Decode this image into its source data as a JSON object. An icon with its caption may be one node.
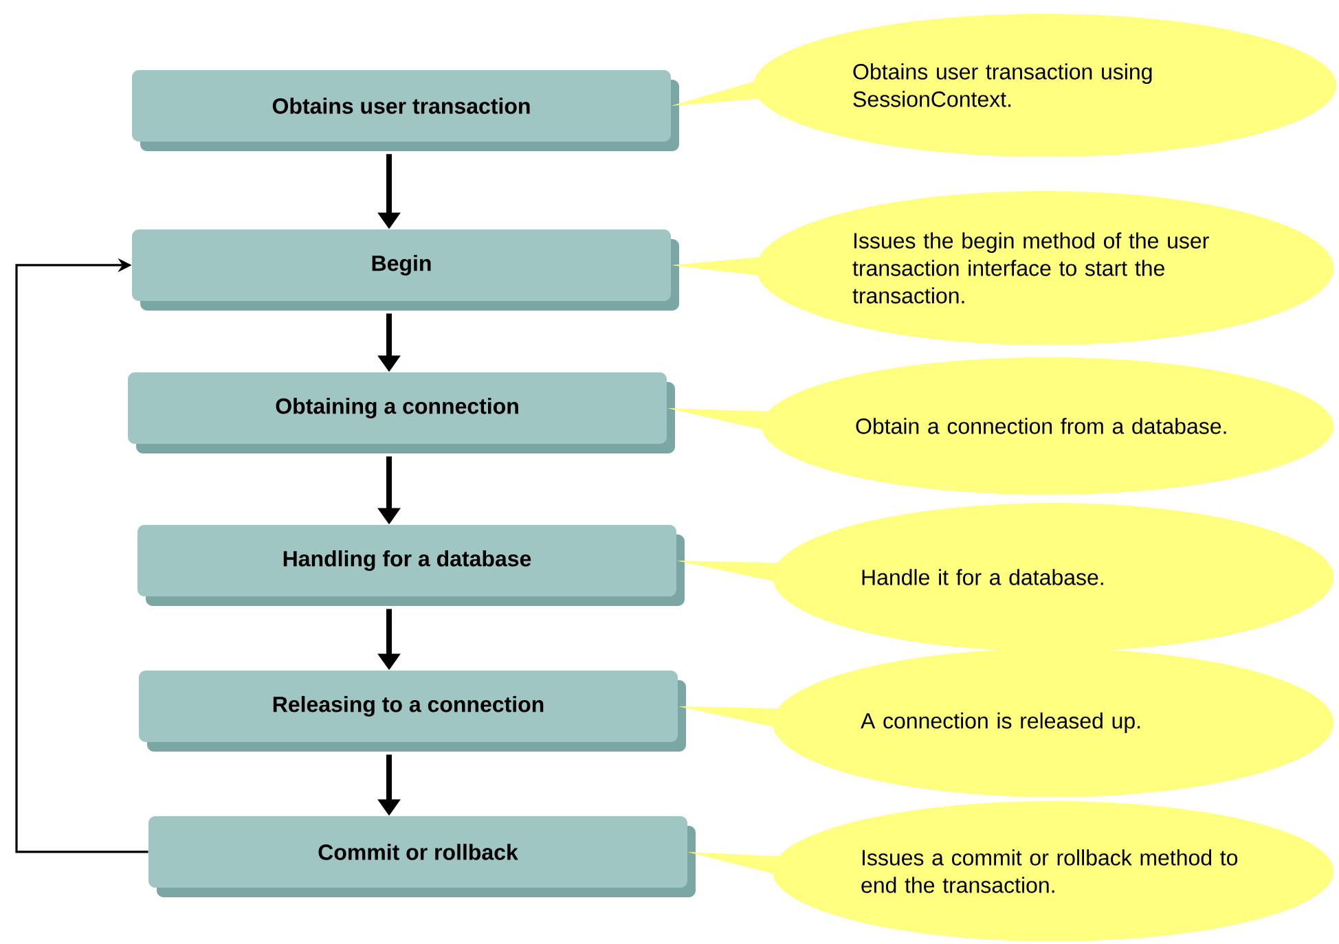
{
  "diagram": {
    "nodes": [
      {
        "text": [
          "Obtains user transaction"
        ]
      },
      {
        "text": [
          "Begin"
        ]
      },
      {
        "text": [
          "Obtaining a connection"
        ]
      },
      {
        "text": [
          "Handling for a database"
        ]
      },
      {
        "text": [
          "Releasing to a connection"
        ]
      },
      {
        "text": [
          "Commit or rollback"
        ]
      },
      {
        "text": [
          "Obtains user transaction using SessionContext."
        ]
      },
      {
        "text": [
          "Issues the begin method of the user transaction interface to start the transaction."
        ]
      },
      {
        "text": [
          "Obtain a connection from a database."
        ]
      },
      {
        "text": [
          "Handle it for a database."
        ]
      },
      {
        "text": [
          "A connection is released up."
        ]
      },
      {
        "text": [
          "Issues a commit or rollback method to end the transaction."
        ]
      }
    ],
    "edges": [
      {
        "from": 0,
        "to": 1,
        "arrow": "to"
      },
      {
        "from": 1,
        "to": 2,
        "arrow": "to"
      },
      {
        "from": 2,
        "to": 3,
        "arrow": "to"
      },
      {
        "from": 3,
        "to": 4,
        "arrow": "to"
      },
      {
        "from": 4,
        "to": 5,
        "arrow": "to"
      },
      {
        "from": 5,
        "to": 1,
        "arrow": "to"
      },
      {
        "from": 6,
        "to": 0,
        "arrow": "none",
        "color": "#ffff80"
      },
      {
        "from": 7,
        "to": 1,
        "arrow": "none",
        "color": "#ffff80"
      },
      {
        "from": 8,
        "to": 2,
        "arrow": "none",
        "color": "#ffff80"
      },
      {
        "from": 9,
        "to": 3,
        "arrow": "none",
        "color": "#ffff80"
      },
      {
        "from": 10,
        "to": 4,
        "arrow": "none",
        "color": "#ffff80"
      },
      {
        "from": 11,
        "to": 5,
        "arrow": "none",
        "color": "#ffff80"
      }
    ]
  }
}
